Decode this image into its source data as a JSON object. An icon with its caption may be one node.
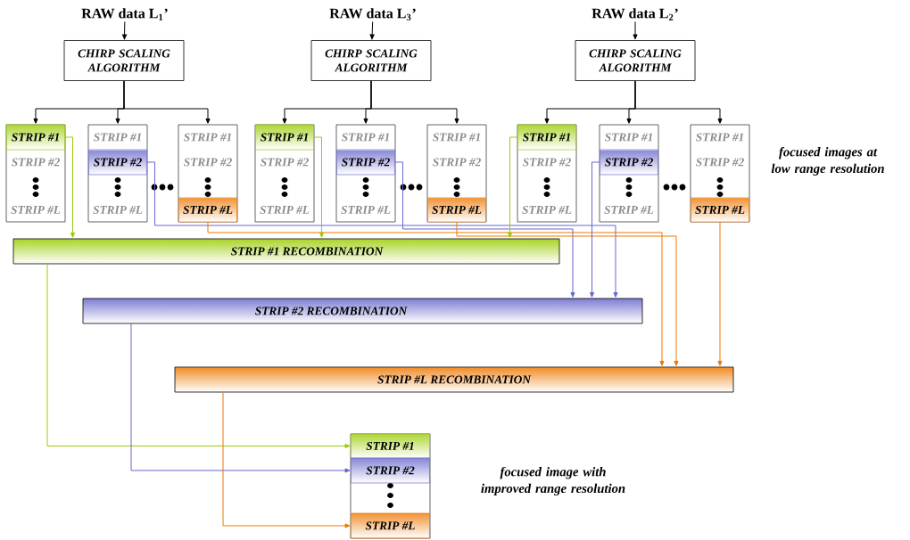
{
  "diagram": {
    "nodes": [
      {
        "text": [
          "RAW data L$_{1}$’"
        ]
      },
      {
        "text": [
          "RAW data L$_{3}$’"
        ]
      },
      {
        "text": [
          "RAW data L$_{2}$’"
        ]
      },
      {
        "text": [
          "CHIRP SCALING ALGORITHM"
        ]
      },
      {
        "text": [
          "CHIRP SCALING ALGORITHM"
        ]
      },
      {
        "text": [
          "CHIRP SCALING ALGORITHM"
        ]
      },
      {
        "text": [],
        "shape": "box"
      },
      {
        "text": [
          "STRIP #1"
        ],
        "in": 6
      },
      {
        "text": [
          "STRIP #2"
        ],
        "in": 6
      },
      {
        "text": [
          "STRIP #L"
        ],
        "in": 6
      },
      {
        "text": [],
        "shape": "box"
      },
      {
        "text": [
          "STRIP #1"
        ],
        "in": 10
      },
      {
        "text": [
          "STRIP #2"
        ],
        "in": 10
      },
      {
        "text": [
          "STRIP #L"
        ],
        "in": 10
      },
      {
        "text": [],
        "shape": "box"
      },
      {
        "text": [
          "STRIP #1"
        ],
        "in": 14
      },
      {
        "text": [
          "STRIP #2"
        ],
        "in": 14
      },
      {
        "text": [
          "STRIP #L"
        ],
        "in": 14
      },
      {
        "text": [],
        "shape": "box"
      },
      {
        "text": [
          "STRIP #1"
        ],
        "in": 18
      },
      {
        "text": [
          "STRIP #2"
        ],
        "in": 18
      },
      {
        "text": [
          "STRIP #L"
        ],
        "in": 18
      },
      {
        "text": [],
        "shape": "box"
      },
      {
        "text": [
          "STRIP #1"
        ],
        "in": 22
      },
      {
        "text": [
          "STRIP #2"
        ],
        "in": 22
      },
      {
        "text": [
          "STRIP #L"
        ],
        "in": 22
      },
      {
        "text": [],
        "shape": "box"
      },
      {
        "text": [
          "STRIP #1"
        ],
        "in": 26
      },
      {
        "text": [
          "STRIP #2"
        ],
        "in": 26
      },
      {
        "text": [
          "STRIP #L"
        ],
        "in": 26
      },
      {
        "text": [],
        "shape": "box"
      },
      {
        "text": [
          "STRIP #1"
        ],
        "in": 30
      },
      {
        "text": [
          "STRIP #2"
        ],
        "in": 30
      },
      {
        "text": [
          "STRIP #L"
        ],
        "in": 30
      },
      {
        "text": [],
        "shape": "box"
      },
      {
        "text": [
          "STRIP #1"
        ],
        "in": 34
      },
      {
        "text": [
          "STRIP #2"
        ],
        "in": 34
      },
      {
        "text": [
          "STRIP #L"
        ],
        "in": 34
      },
      {
        "text": [],
        "shape": "box"
      },
      {
        "text": [
          "STRIP #1"
        ],
        "in": 38
      },
      {
        "text": [
          "STRIP #2"
        ],
        "in": 38
      },
      {
        "text": [
          "STRIP #L"
        ],
        "in": 38
      },
      {
        "text": [
          "STRIP #1 RECOMBINATION"
        ]
      },
      {
        "text": [
          "STRIP #2 RECOMBINATION"
        ]
      },
      {
        "text": [
          "STRIP #L RECOMBINATION"
        ]
      },
      {
        "text": [],
        "shape": "box"
      },
      {
        "text": [
          "STRIP #1"
        ],
        "in": 45
      },
      {
        "text": [
          "STRIP #2"
        ],
        "in": 45
      },
      {
        "text": [
          "STRIP #L"
        ],
        "in": 45
      }
    ],
    "edges": [
      {
        "from": 0,
        "to": 3,
        "arrow": "to"
      },
      {
        "from": 1,
        "to": 4,
        "arrow": "to"
      },
      {
        "from": 2,
        "to": 5,
        "arrow": "to"
      },
      {
        "from": 3,
        "to": 6,
        "arrow": "to"
      },
      {
        "from": 3,
        "to": 10,
        "arrow": "to"
      },
      {
        "from": 3,
        "to": 14,
        "arrow": "to"
      },
      {
        "from": 4,
        "to": 18,
        "arrow": "to"
      },
      {
        "from": 4,
        "to": 22,
        "arrow": "to"
      },
      {
        "from": 4,
        "to": 26,
        "arrow": "to"
      },
      {
        "from": 5,
        "to": 30,
        "arrow": "to"
      },
      {
        "from": 5,
        "to": 34,
        "arrow": "to"
      },
      {
        "from": 5,
        "to": 38,
        "arrow": "to"
      },
      {
        "from": 7,
        "to": 42,
        "arrow": "to",
        "color": "#99cc00"
      },
      {
        "from": 12,
        "to": 43,
        "arrow": "to",
        "color": "#6666cc"
      },
      {
        "from": 17,
        "to": 44,
        "arrow": "to",
        "color": "#ee7700"
      },
      {
        "from": 19,
        "to": 42,
        "arrow": "to",
        "color": "#99cc00"
      },
      {
        "from": 24,
        "to": 43,
        "arrow": "to",
        "color": "#6666cc"
      },
      {
        "from": 29,
        "to": 44,
        "arrow": "to",
        "color": "#ee7700"
      },
      {
        "from": 31,
        "to": 42,
        "arrow": "to",
        "color": "#99cc00"
      },
      {
        "from": 36,
        "to": 43,
        "arrow": "to",
        "color": "#6666cc"
      },
      {
        "from": 41,
        "to": 44,
        "arrow": "to",
        "color": "#ee7700"
      },
      {
        "from": 42,
        "to": 46,
        "arrow": "to",
        "color": "#99cc00"
      },
      {
        "from": 43,
        "to": 47,
        "arrow": "to",
        "color": "#6666cc"
      },
      {
        "from": 44,
        "to": 48,
        "arrow": "to",
        "color": "#ee7700"
      }
    ],
    "labels": [
      "focused images at low range resolution",
      "focused image with improved range resolution"
    ]
  }
}
